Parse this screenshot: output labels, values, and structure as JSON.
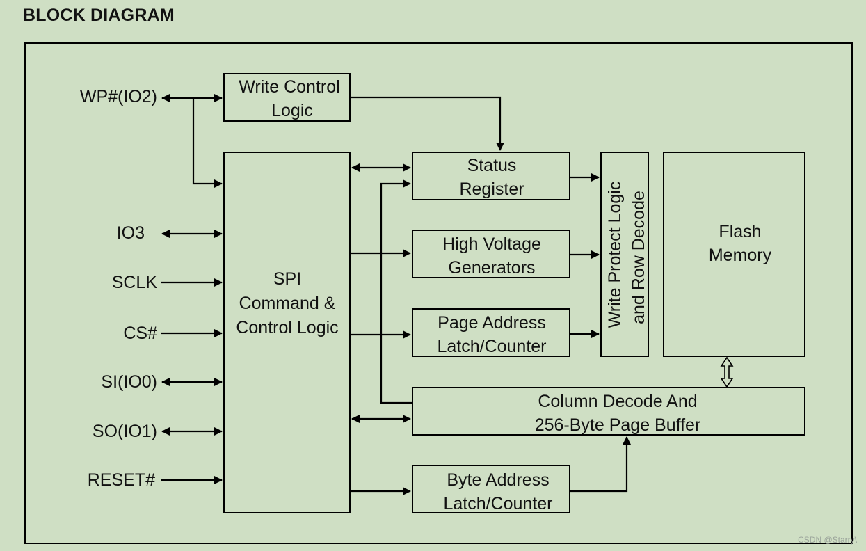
{
  "title": "BLOCK DIAGRAM",
  "pins": {
    "wp": "WP#(IO2)",
    "io3": "IO3",
    "sclk": "SCLK",
    "cs": "CS#",
    "si": "SI(IO0)",
    "so": "SO(IO1)",
    "reset": "RESET#"
  },
  "blocks": {
    "write_control": [
      "Write Control",
      "Logic"
    ],
    "spi": [
      "SPI",
      "Command &",
      "Control Logic"
    ],
    "status_register": [
      "Status",
      "Register"
    ],
    "high_voltage": [
      "High Voltage",
      "Generators"
    ],
    "page_address": [
      "Page Address",
      "Latch/Counter"
    ],
    "write_protect": [
      "Write Protect Logic",
      "and Row Decode"
    ],
    "flash": [
      "Flash",
      "Memory"
    ],
    "column_decode": [
      "Column Decode And",
      "256-Byte Page Buffer"
    ],
    "byte_address": [
      "Byte Address",
      "Latch/Counter"
    ]
  },
  "watermark": "CSDN @Starry\\"
}
